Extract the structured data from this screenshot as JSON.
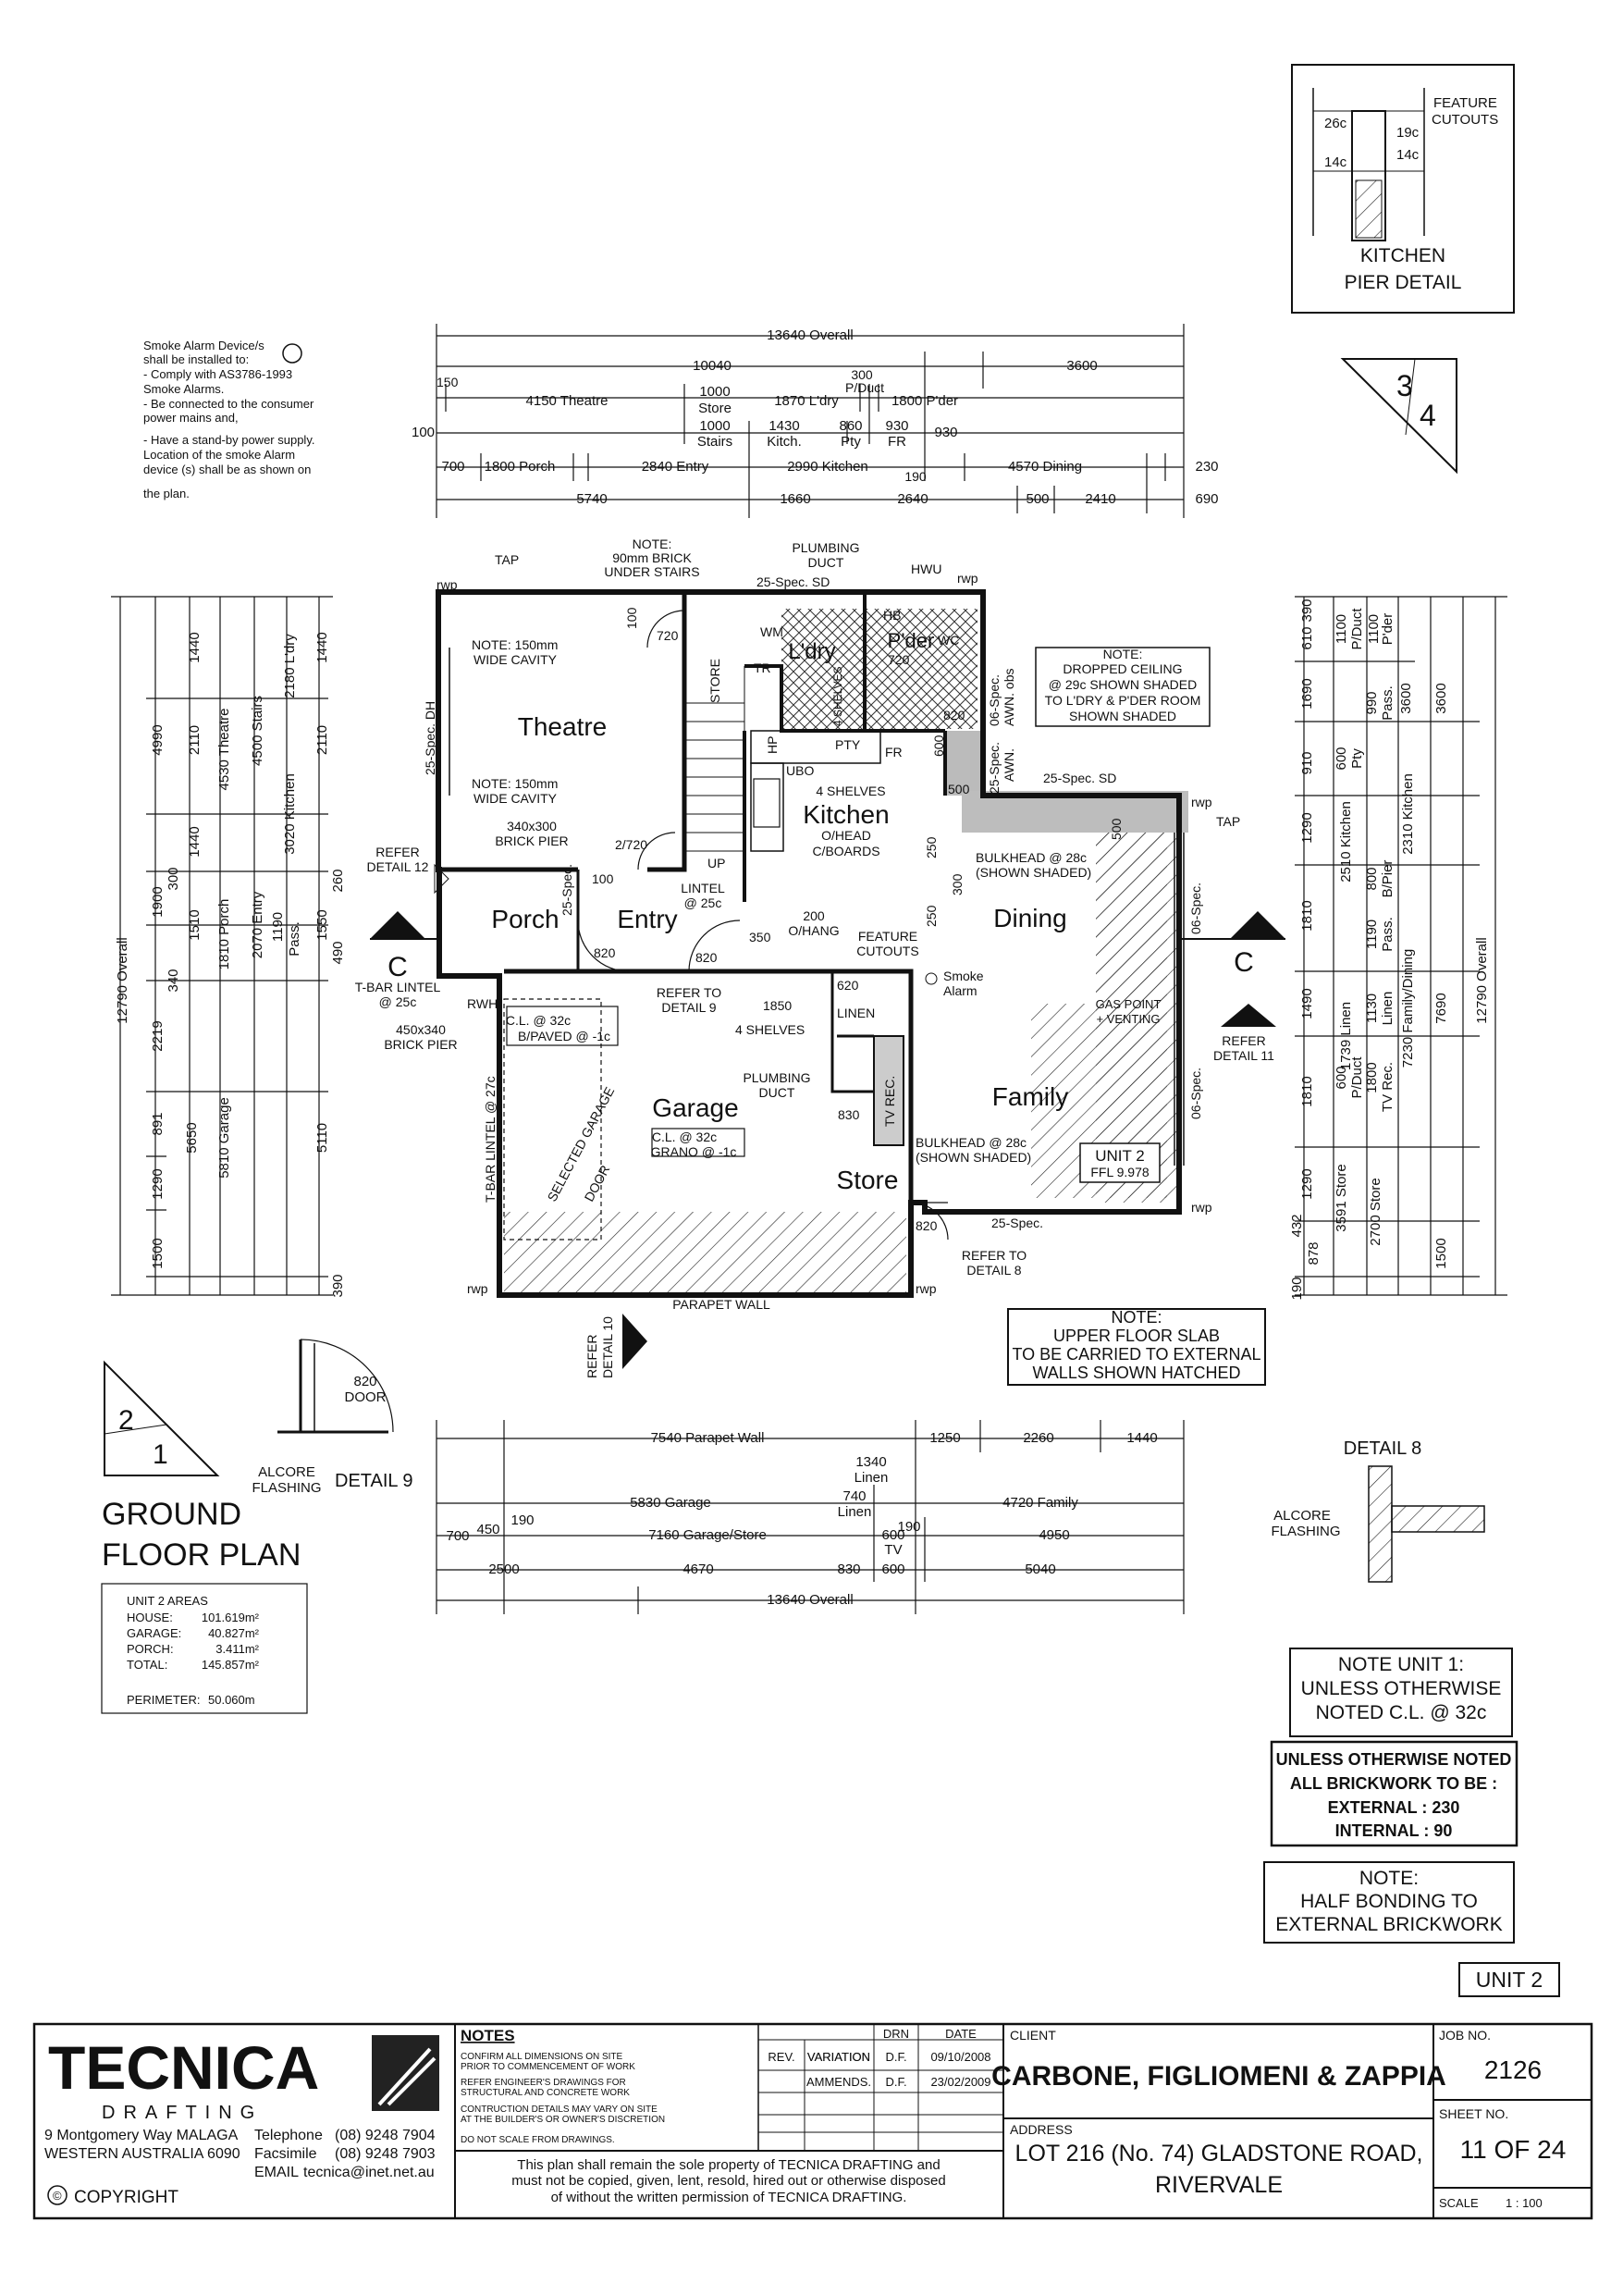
{
  "pier_detail": {
    "label1": "26c",
    "label2": "19c",
    "label3": "14c",
    "label4": "14c",
    "feature": "FEATURE",
    "cutouts": "CUTOUTS",
    "title1": "KITCHEN",
    "title2": "PIER DETAIL"
  },
  "sheet_ref": {
    "top": "3",
    "bottom": "4"
  },
  "smoke_note": [
    "Smoke Alarm Device/s",
    "shall be installed to:",
    "-  Comply with AS3786-1993",
    "   Smoke Alarms.",
    "-  Be connected to the consumer",
    "   power mains and,",
    "-  Have a stand-by power supply.",
    "   Location of the smoke Alarm",
    "   device (s) shall be as shown on",
    "   the plan."
  ],
  "top_dims": {
    "overall": "13640 Overall",
    "r1": [
      "10040",
      "3600"
    ],
    "r2a": [
      "150",
      "4150 Theatre",
      "1000",
      "Store",
      "1870 L'dry",
      "300",
      "P/Duct",
      "1800 P'der"
    ],
    "r2b": [
      "100",
      "1000",
      "Stairs",
      "1430",
      "Kitch.",
      "860",
      "Pty",
      "930",
      "FR",
      "930"
    ],
    "r3": [
      "700",
      "1800 Porch",
      "2840 Entry",
      "2990 Kitchen",
      "190",
      "4570 Dining",
      "230"
    ],
    "r4": [
      "5740",
      "1660",
      "2640",
      "500",
      "2410",
      "690"
    ]
  },
  "left_dims": [
    "12790 Overall",
    "1440",
    "4990",
    "1900",
    "2110",
    "1440",
    "4530 Theatre",
    "4500 Stairs",
    "3020 Kitchen",
    "2180 L'dry",
    "2070 Entry",
    "1810 Porch",
    "1510",
    "1190",
    "Pass.",
    "1550",
    "300",
    "260",
    "490",
    "340",
    "2219",
    "891",
    "1290",
    "1500",
    "5650",
    "5810 Garage",
    "5110",
    "390",
    "2110",
    "1440"
  ],
  "right_dims": [
    "390",
    "610",
    "1100",
    "P/Duct",
    "1100",
    "P'der",
    "3600",
    "3600",
    "1690",
    "990",
    "Pass.",
    "910",
    "600",
    "Pty",
    "2310 Kitchen",
    "1290",
    "2510 Kitchen",
    "800",
    "B/Pier",
    "1810",
    "1190",
    "Pass.",
    "12790 Overall",
    "1490",
    "1739 Linen",
    "1130",
    "Linen",
    "7230 Family/Dining",
    "7690",
    "1810",
    "600",
    "P/Duct",
    "1800",
    "TV Rec.",
    "1290",
    "3591 Store",
    "2700 Store",
    "432",
    "878",
    "1500",
    "190"
  ],
  "bottom_dims": {
    "r1": [
      "7540 Parapet Wall",
      "1250",
      "2260",
      "1440"
    ],
    "r2": [
      "1340",
      "Linen",
      "5830 Garage",
      "740",
      "Linen",
      "4720 Family"
    ],
    "r3": [
      "700",
      "450",
      "190",
      "7160 Garage/Store",
      "600",
      "TV",
      "190",
      "4950"
    ],
    "r4": [
      "2500",
      "4670",
      "830",
      "600",
      "5040"
    ],
    "overall": "13640 Overall"
  },
  "rooms": {
    "theatre": "Theatre",
    "ldry": "L'dry",
    "pder": "P'der",
    "kitchen": "Kitchen",
    "porch": "Porch",
    "entry": "Entry",
    "dining": "Dining",
    "garage": "Garage",
    "family": "Family",
    "store": "Store"
  },
  "plan_labels": {
    "tap1": "TAP",
    "rwp1": "rwp",
    "note_brick": [
      "NOTE:",
      "90mm BRICK",
      "UNDER STAIRS"
    ],
    "plumbing_duct": [
      "PLUMBING",
      "DUCT"
    ],
    "hwu": "HWU",
    "rwp2": "rwp",
    "sd25a": "25-Spec. SD",
    "wm": "WM",
    "tr": "TR",
    "hb": "HB",
    "wc": "WC",
    "n720a": "720",
    "n720b": "720",
    "n100a": "100",
    "store_stair": "STORE",
    "cavity1": [
      "NOTE: 150mm",
      "WIDE CAVITY"
    ],
    "cavity2": [
      "NOTE: 150mm",
      "WIDE CAVITY"
    ],
    "dh": "25-Spec. DH",
    "shelves_ldry": "4 SHELVES",
    "obs": [
      "06-Spec.",
      "AWN. obs"
    ],
    "n820a": "820",
    "n600a": "600",
    "awn2": [
      "25-Spec.",
      "AWN."
    ],
    "n500a": "500",
    "pty": "PTY",
    "fr": "FR",
    "hp": "HP",
    "ubo": "UBO",
    "kitchen_shelves": "4 SHELVES",
    "ohead": [
      "O/HEAD",
      "C/BOARDS"
    ],
    "sd25b": "25-Spec. SD",
    "rwp3": "rwp",
    "tap2": "TAP",
    "n500b": "500",
    "bulkhead1": [
      "BULKHEAD @ 28c",
      "(SHOWN SHADED)"
    ],
    "n250a": "250",
    "n300a": "300",
    "n250b": "250",
    "pier340": [
      "340x300",
      "BRICK PIER"
    ],
    "door272": "2/720",
    "n100b": "100",
    "up": "UP",
    "lintel": [
      "LINTEL",
      "@ 25c"
    ],
    "n350": "350",
    "n200": [
      "200",
      "O/HANG"
    ],
    "feature_cutouts": [
      "FEATURE",
      "CUTOUTS"
    ],
    "spec06a": "06-Spec.",
    "refer12": [
      "REFER",
      "DETAIL 12"
    ],
    "c_left": "C",
    "c_right": "C",
    "tbar1": [
      "T-BAR LINTEL",
      "@ 25c"
    ],
    "rwh": "RWH",
    "pier450": [
      "450x340",
      "BRICK PIER"
    ],
    "n820b": "820",
    "n820c": "820",
    "spec25c": "25-Spec.",
    "refer9": [
      "REFER TO",
      "DETAIL 9"
    ],
    "n620": "620",
    "smoke": [
      "Smoke",
      "Alarm"
    ],
    "n1850": "1850",
    "linen": "LINEN",
    "shelves_linen": "4 SHELVES",
    "plumbing_duct2": [
      "PLUMBING",
      "DUCT"
    ],
    "tvrec": "TV REC.",
    "n830": "830",
    "gas_point": [
      "GAS POINT",
      "+ VENTING"
    ],
    "refer11": [
      "REFER",
      "DETAIL 11"
    ],
    "spec06b": "06-Spec.",
    "cl_porch": [
      "C.L. @ 32c",
      "B/PAVED @ -1c"
    ],
    "garage_door": [
      "SELECTED GARAGE",
      "DOOR"
    ],
    "tbar2": "T-BAR LINTEL @ 27c",
    "cl_garage": [
      "C.L. @ 32c",
      "GRANO @ -1c"
    ],
    "bulkhead2": [
      "BULKHEAD @ 28c",
      "(SHOWN SHADED)"
    ],
    "unit2": "UNIT 2",
    "ffl": "FFL 9.978",
    "rwp4": "rwp",
    "spec25d": "25-Spec.",
    "n820d": "820",
    "refer8": [
      "REFER TO",
      "DETAIL 8"
    ],
    "rwp5": "rwp",
    "rwp6": "rwp",
    "parapet": "PARAPET WALL",
    "refer10": [
      "REFER",
      "DETAIL 10"
    ]
  },
  "ceiling_note": [
    "NOTE:",
    "DROPPED CEILING",
    "@ 29c SHOWN SHADED",
    "TO L'DRY & P'DER ROOM",
    "SHOWN SHADED"
  ],
  "slab_note": [
    "NOTE:",
    "UPPER FLOOR SLAB",
    "TO BE CARRIED TO EXTERNAL",
    "WALLS SHOWN HATCHED"
  ],
  "detail9": {
    "door": [
      "820",
      "DOOR"
    ],
    "alcore": [
      "ALCORE",
      "FLASHING"
    ],
    "title": "DETAIL 9"
  },
  "detail8": {
    "title": "DETAIL 8",
    "alcore": [
      "ALCORE",
      "FLASHING"
    ]
  },
  "sheet_ref2": {
    "top": "2",
    "bottom": "1"
  },
  "plan_title": [
    "GROUND",
    "FLOOR PLAN"
  ],
  "areas": {
    "heading": "UNIT 2 AREAS",
    "rows": [
      {
        "label": "HOUSE:",
        "value": "101.619m²"
      },
      {
        "label": "GARAGE:",
        "value": "40.827m²"
      },
      {
        "label": "PORCH:",
        "value": "3.411m²"
      },
      {
        "label": "TOTAL:",
        "value": "145.857m²"
      }
    ],
    "perimeter_label": "PERIMETER:",
    "perimeter_value": "50.060m"
  },
  "notes_right": {
    "unit1": [
      "NOTE UNIT 1:",
      "UNLESS OTHERWISE",
      "NOTED C.L. @ 32c"
    ],
    "brick": [
      "UNLESS OTHERWISE NOTED",
      "ALL BRICKWORK TO BE :",
      "EXTERNAL : 230",
      "INTERNAL : 90"
    ],
    "bond": [
      "NOTE:",
      "HALF BONDING TO",
      "EXTERNAL BRICKWORK"
    ],
    "unit_tag": "UNIT 2"
  },
  "title_block": {
    "logo": "TECNICA",
    "logo_sub": "DRAFTING",
    "address_lines": [
      "9 Montgomery Way MALAGA",
      "WESTERN AUSTRALIA 6090"
    ],
    "contact": [
      {
        "label": "Telephone",
        "value": "(08) 9248 7904"
      },
      {
        "label": "Facsimile",
        "value": "(08) 9248 7903"
      },
      {
        "label": "EMAIL",
        "value": "tecnica@inet.net.au"
      }
    ],
    "copyright": "COPYRIGHT",
    "notes_heading": "NOTES",
    "notes": [
      "CONFIRM ALL DIMENSIONS ON SITE",
      "PRIOR TO COMMENCEMENT OF WORK",
      "REFER ENGINEER'S DRAWINGS FOR",
      "STRUCTURAL AND CONCRETE WORK",
      "CONTRUCTION DETAILS MAY VARY ON SITE",
      "AT THE BUILDER'S OR OWNER'S DISCRETION",
      "DO NOT SCALE FROM DRAWINGS."
    ],
    "rev_headers": [
      "REV.",
      "VARIATION",
      "DRN",
      "DATE"
    ],
    "revisions": [
      {
        "variation": "VARIATION",
        "drn": "D.F.",
        "date": "09/10/2008"
      },
      {
        "variation": "AMMENDS.",
        "drn": "D.F.",
        "date": "23/02/2009"
      }
    ],
    "property": [
      "This plan shall remain the sole property of TECNICA DRAFTING and",
      "must not be copied, given, lent, resold, hired out or otherwise disposed",
      "of without the written permission of TECNICA DRAFTING."
    ],
    "client_label": "CLIENT",
    "client": "CARBONE, FIGLIOMENI & ZAPPIA",
    "address_label": "ADDRESS",
    "address": [
      "LOT 216 (No. 74) GLADSTONE ROAD,",
      "RIVERVALE"
    ],
    "job_label": "JOB NO.",
    "job": "2126",
    "sheet_label": "SHEET NO.",
    "sheet": "11 OF 24",
    "scale_label": "SCALE",
    "scale": "1 : 100"
  }
}
